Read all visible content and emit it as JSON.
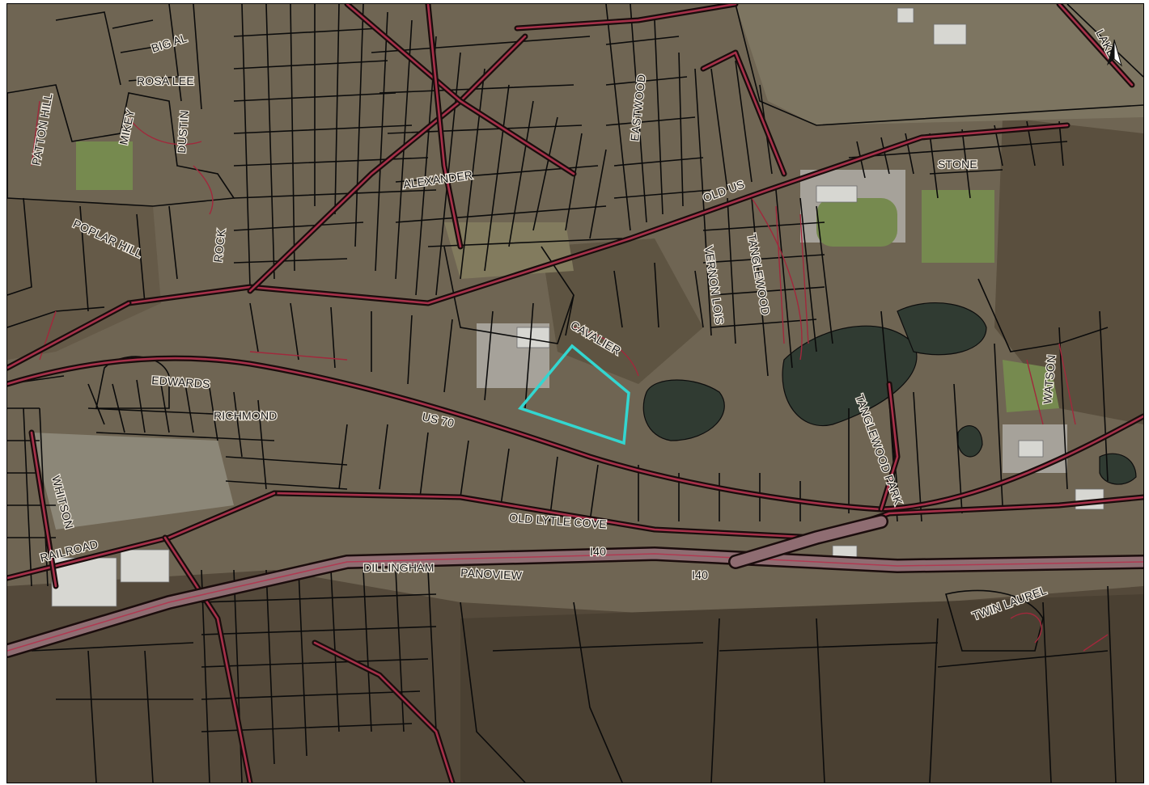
{
  "map": {
    "colors": {
      "terrain": "#6f6553",
      "forest": "#4f4434",
      "parcel_line": "#0b0b0b",
      "road_casing": "#1a0c0c",
      "road_center": "#a7314a",
      "highlight_parcel": "#33d6d0",
      "water": "#303b32"
    },
    "north_arrow_icon": "north-arrow-icon",
    "highlighted_parcel": "subject-parcel-outline",
    "labels": {
      "big_al": "BIG AL",
      "rosa_lee": "ROSA LEE",
      "patton_hill": "PATTON HILL",
      "mikey": "MIKEY",
      "dustin": "DUSTIN",
      "poplar_hill": "POPLAR HILL",
      "rock": "ROCK",
      "alexander": "ALEXANDER",
      "old_us_70": "OLD US",
      "eastwood": "EASTWOOD",
      "vernon_lois": "VERNON LOIS",
      "tanglewood": "TANGLEWOOD",
      "tanglewood_park": "TANGLEWOOD PARK",
      "stone": "STONE",
      "cavalier": "CAVALIER",
      "edwards": "EDWARDS",
      "richmond": "RICHMOND",
      "us_70": "US 70",
      "whitson": "WHITSON",
      "railroad": "RAILROAD",
      "old_lytle_cove": "OLD LYTLE COVE",
      "i40_a": "I40",
      "i40_b": "I40",
      "dillingham": "DILLINGHAM",
      "panoview": "PANOVIEW",
      "twin_laurel": "TWIN LAUREL",
      "watson": "WATSON",
      "lake": "LAKE"
    }
  }
}
